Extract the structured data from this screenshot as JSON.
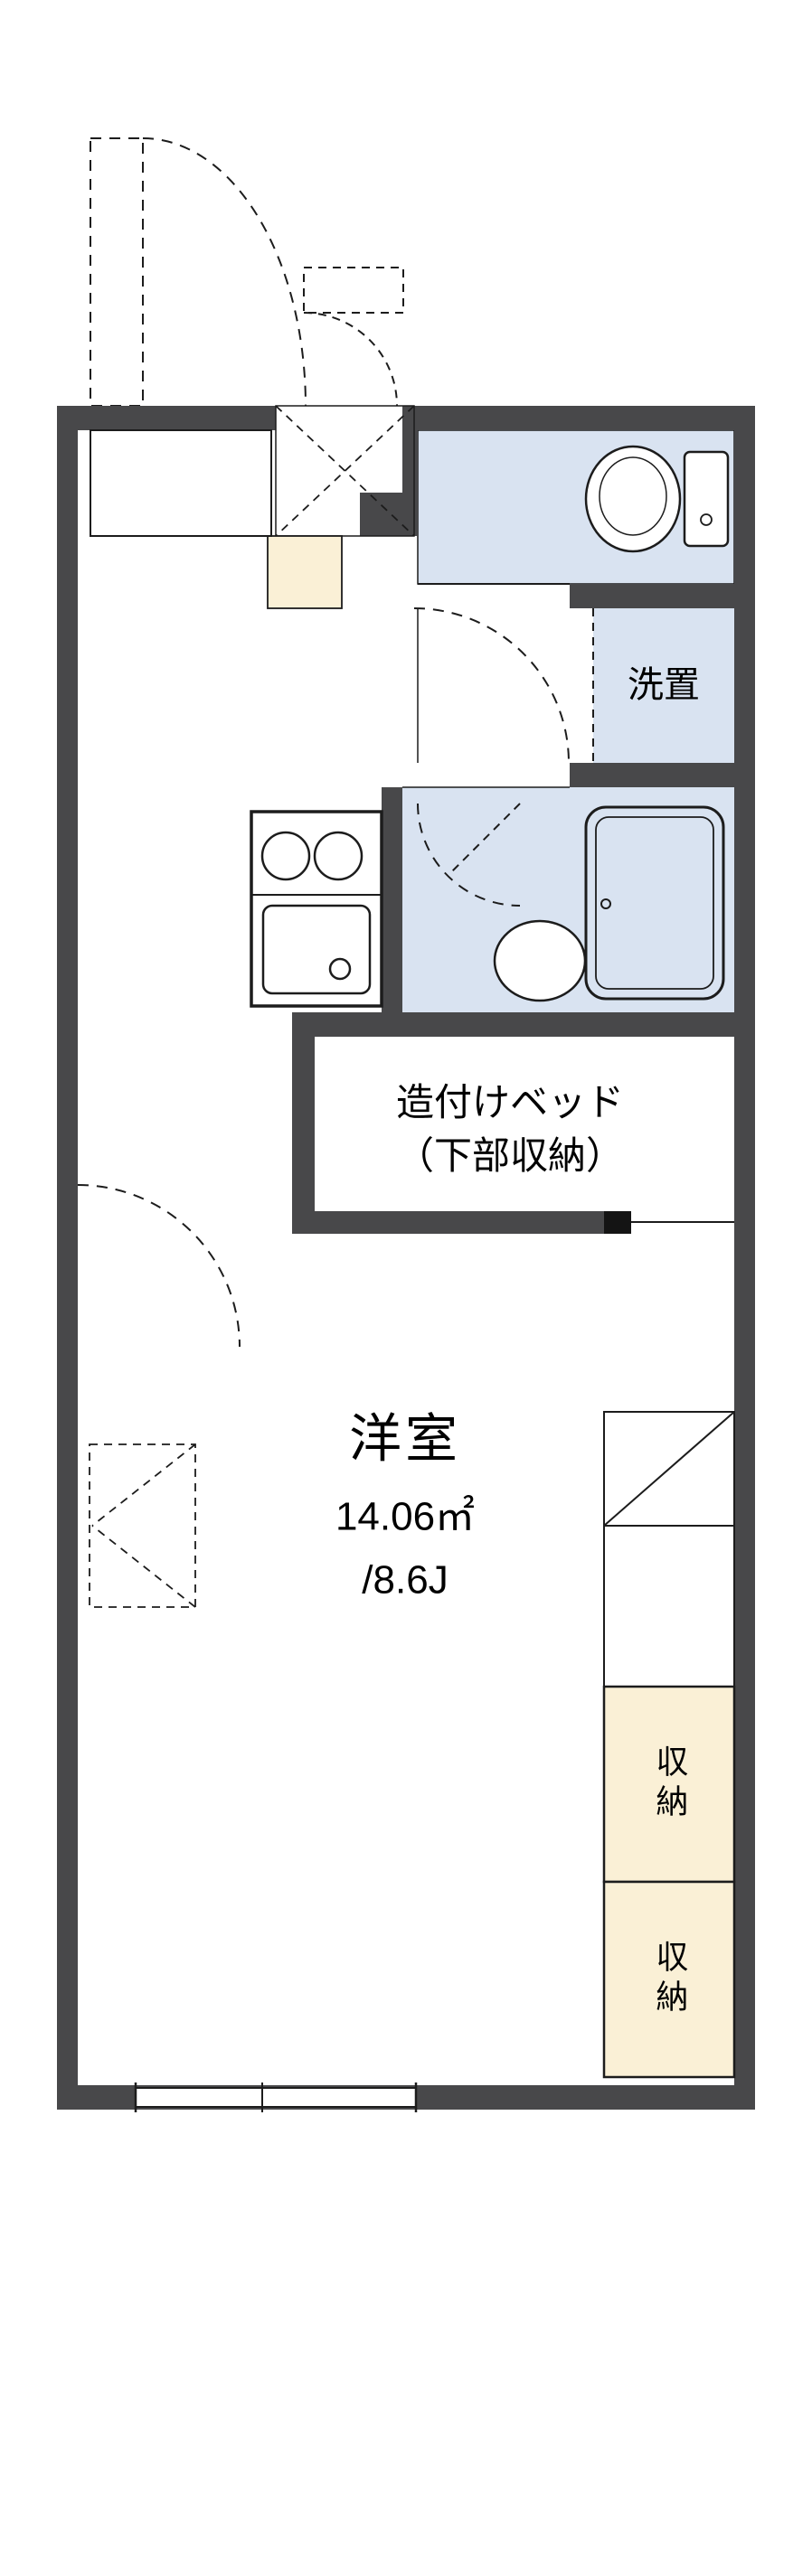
{
  "floorplan": {
    "unit_labels": {
      "laundry_space": "洗置",
      "built_in_bed_line1": "造付けベッド",
      "built_in_bed_line2": "（下部収納）",
      "main_room_name": "洋室",
      "main_room_area_sqm": "14.06㎡",
      "main_room_area_tatami": "/8.6J",
      "closet_top": "収納",
      "closet_bottom": "収納"
    },
    "colors": {
      "wall": "#48484a",
      "plumbing_fixture_fill": "#d9e3f1",
      "storage_fill": "#faf0d6",
      "outline": "#1c1c1c",
      "background": "#ffffff"
    }
  }
}
